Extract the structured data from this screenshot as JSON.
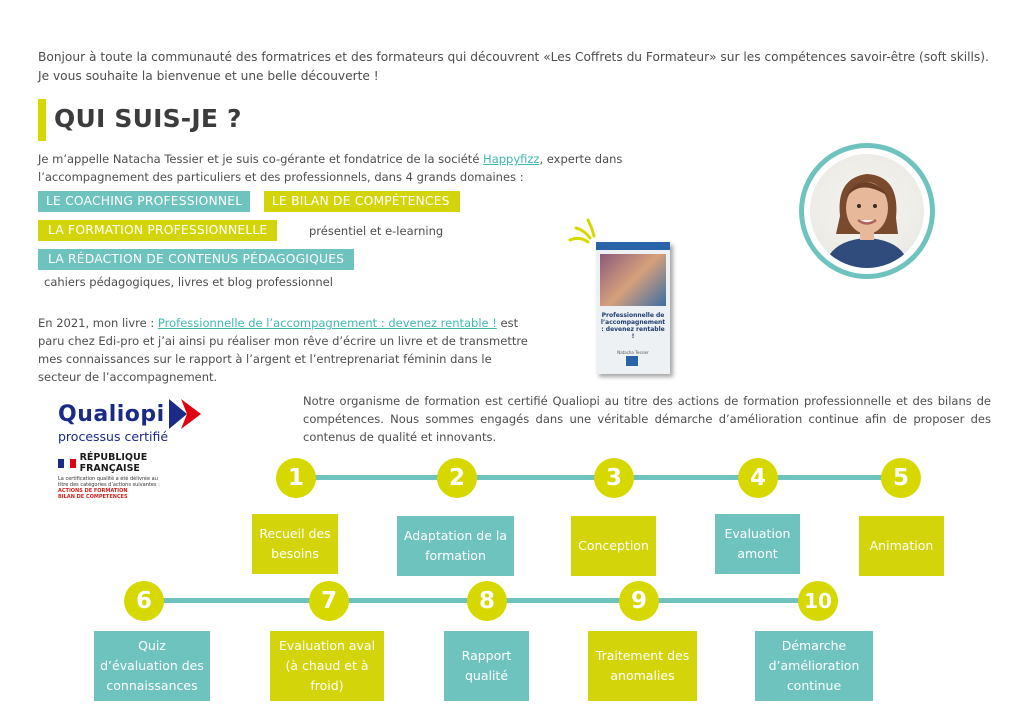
{
  "intro": "Bonjour à toute la communauté des formatrices et des formateurs qui découvrent «Les Coffrets du Formateur» sur les compétences savoir-être (soft skills). Je vous souhaite la bienvenue et une belle découverte !",
  "heading": "QUI SUIS-JE ?",
  "bio": {
    "before": "Je m’appelle Natacha Tessier et je suis co-gérante et fondatrice de la société ",
    "link": "Happyfizz",
    "after": ", experte dans l’accompagnement des particuliers et des professionnels, dans 4 grands domaines :"
  },
  "domains": {
    "coaching": "LE COACHING PROFESSIONNEL",
    "bilan": "LE BILAN DE COMPÉTENCES",
    "formation": "LA FORMATION PROFESSIONNELLE",
    "formation_note": "présentiel et e-learning",
    "redaction": "LA RÉDACTION DE CONTENUS PÉDAGOGIQUES",
    "redaction_note": "cahiers pédagogiques, livres et blog professionnel"
  },
  "book_para": {
    "before": "En 2021, mon livre : ",
    "link": "Professionnelle de l’accompagnement : devenez rentable !",
    "after": " est paru chez Edi-pro et j’ai ainsi pu réaliser mon rêve d’écrire un livre et de transmettre mes connaissances sur le rapport à l’argent et l’entreprenariat féminin dans le secteur de l’accompagnement."
  },
  "book": {
    "title": "Professionnelle de l’accompagnement : devenez rentable !",
    "author": "Natacha Tessier"
  },
  "qualiopi": {
    "word": "Qualiopi",
    "sub": "processus certifié",
    "republique": "RÉPUBLIQUE FRANÇAISE",
    "small": "La certification qualité a été délivrée au titre des catégories d’actions suivantes :",
    "action1": "ACTIONS DE FORMATION",
    "action2": "BILAN DE COMPETENCES"
  },
  "certif": "Notre organisme de formation est certifié Qualiopi au titre des actions de formation professionnelle et des bilans de compétences. Nous sommes engagés dans une véritable démarche d’amélioration continue afin de proposer des contenus de qualité et innovants.",
  "steps": [
    {
      "num": "1",
      "label": "Recueil des besoins"
    },
    {
      "num": "2",
      "label": "Adaptation de la formation"
    },
    {
      "num": "3",
      "label": "Conception"
    },
    {
      "num": "4",
      "label": "Evaluation amont"
    },
    {
      "num": "5",
      "label": "Animation"
    },
    {
      "num": "6",
      "label": "Quiz d’évaluation des connaissances"
    },
    {
      "num": "7",
      "label": "Evaluation aval (à chaud et à froid)"
    },
    {
      "num": "8",
      "label": "Rapport qualité"
    },
    {
      "num": "9",
      "label": "Traitement des anomalies"
    },
    {
      "num": "10",
      "label": "Démarche d’amélioration continue"
    }
  ],
  "colors": {
    "teal": "#6fc3bf",
    "yellow": "#d6d800"
  },
  "icons": [
    "portrait-photo",
    "book-cover",
    "qualiopi-logo",
    "marianne-flag-icon"
  ]
}
